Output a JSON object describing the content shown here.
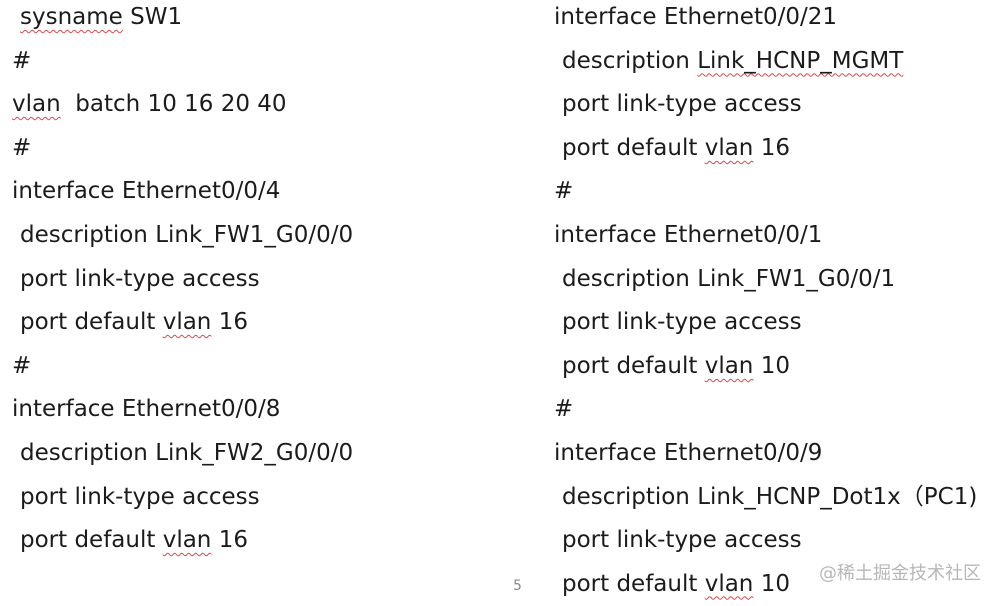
{
  "left_lines": [
    {
      "segments": [
        {
          "text": "sysname",
          "squig": true
        },
        {
          "text": " SW1",
          "squig": false
        }
      ],
      "indent": true
    },
    {
      "segments": [
        {
          "text": "#",
          "squig": false
        }
      ],
      "indent": false
    },
    {
      "segments": [
        {
          "text": "vlan",
          "squig": true
        },
        {
          "text": "  batch 10 16 20 40",
          "squig": false
        }
      ],
      "indent": false
    },
    {
      "segments": [
        {
          "text": "#",
          "squig": false
        }
      ],
      "indent": false
    },
    {
      "segments": [
        {
          "text": "interface Ethernet0/0/4",
          "squig": false
        }
      ],
      "indent": false
    },
    {
      "segments": [
        {
          "text": "description Link_FW1_G0/0/0",
          "squig": false
        }
      ],
      "indent": true
    },
    {
      "segments": [
        {
          "text": "port link-type access",
          "squig": false
        }
      ],
      "indent": true
    },
    {
      "segments": [
        {
          "text": "port default ",
          "squig": false
        },
        {
          "text": "vlan",
          "squig": true
        },
        {
          "text": " 16",
          "squig": false
        }
      ],
      "indent": true
    },
    {
      "segments": [
        {
          "text": "#",
          "squig": false
        }
      ],
      "indent": false
    },
    {
      "segments": [
        {
          "text": "interface Ethernet0/0/8",
          "squig": false
        }
      ],
      "indent": false
    },
    {
      "segments": [
        {
          "text": "description Link_FW2_G0/0/0",
          "squig": false
        }
      ],
      "indent": true
    },
    {
      "segments": [
        {
          "text": "port link-type access",
          "squig": false
        }
      ],
      "indent": true
    },
    {
      "segments": [
        {
          "text": "port default ",
          "squig": false
        },
        {
          "text": "vlan",
          "squig": true
        },
        {
          "text": " 16",
          "squig": false
        }
      ],
      "indent": true
    }
  ],
  "right_lines": [
    {
      "segments": [
        {
          "text": "interface Ethernet0/0/21",
          "squig": false
        }
      ],
      "indent": false
    },
    {
      "segments": [
        {
          "text": "description ",
          "squig": false
        },
        {
          "text": "Link_HCNP_MGMT",
          "squig": true
        }
      ],
      "indent": true
    },
    {
      "segments": [
        {
          "text": "port link-type access",
          "squig": false
        }
      ],
      "indent": true
    },
    {
      "segments": [
        {
          "text": "port default ",
          "squig": false
        },
        {
          "text": "vlan",
          "squig": true
        },
        {
          "text": " 16",
          "squig": false
        }
      ],
      "indent": true
    },
    {
      "segments": [
        {
          "text": "#",
          "squig": false
        }
      ],
      "indent": false
    },
    {
      "segments": [
        {
          "text": "interface Ethernet0/0/1",
          "squig": false
        }
      ],
      "indent": false
    },
    {
      "segments": [
        {
          "text": "description Link_FW1_G0/0/1",
          "squig": false
        }
      ],
      "indent": true
    },
    {
      "segments": [
        {
          "text": "port link-type access",
          "squig": false
        }
      ],
      "indent": true
    },
    {
      "segments": [
        {
          "text": "port default ",
          "squig": false
        },
        {
          "text": "vlan",
          "squig": true
        },
        {
          "text": " 10",
          "squig": false
        }
      ],
      "indent": true
    },
    {
      "segments": [
        {
          "text": "#",
          "squig": false
        }
      ],
      "indent": false
    },
    {
      "segments": [
        {
          "text": "interface Ethernet0/0/9",
          "squig": false
        }
      ],
      "indent": false
    },
    {
      "segments": [
        {
          "text": "description Link_HCNP_Dot1x（PC1)",
          "squig": false
        }
      ],
      "indent": true
    },
    {
      "segments": [
        {
          "text": "port link-type access",
          "squig": false
        }
      ],
      "indent": true
    },
    {
      "segments": [
        {
          "text": "port default ",
          "squig": false
        },
        {
          "text": "vlan",
          "squig": true
        },
        {
          "text": " 10",
          "squig": false
        }
      ],
      "indent": true
    }
  ],
  "page_number": "5",
  "watermark": "@稀土掘金技术社区"
}
